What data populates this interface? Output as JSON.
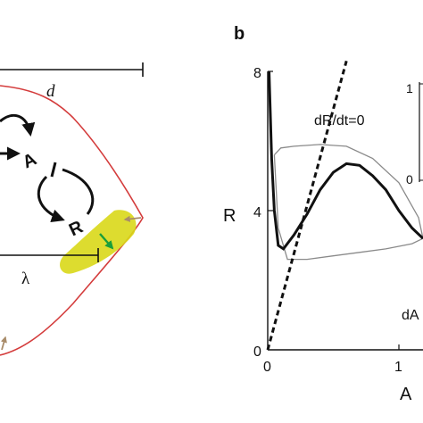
{
  "panel_a": {
    "length_label_d": "d",
    "length_label_lambda": "λ",
    "node_A": "A",
    "node_R": "R"
  },
  "panel_b": {
    "label": "b",
    "inset_ticks": [
      "1",
      "0"
    ],
    "bottom_right_label": "dA"
  },
  "chart_data": {
    "type": "line",
    "xlabel": "A",
    "ylabel": "R",
    "xlim": [
      0,
      1.2
    ],
    "ylim": [
      0,
      8
    ],
    "xticks": [
      0,
      1
    ],
    "yticks": [
      0,
      4,
      8
    ],
    "nullcline_label": "dR/dt=0",
    "series": [
      {
        "style": "thick-black",
        "x": [
          0.01,
          0.02,
          0.03,
          0.05,
          0.08,
          0.12,
          0.2,
          0.3,
          0.4,
          0.5,
          0.6,
          0.7,
          0.8,
          0.9,
          1.0,
          1.1,
          1.2
        ],
        "y": [
          8.0,
          6.8,
          5.5,
          4.0,
          3.0,
          2.9,
          3.3,
          3.9,
          4.6,
          5.1,
          5.35,
          5.3,
          5.0,
          4.6,
          4.0,
          3.5,
          3.2
        ]
      },
      {
        "style": "thin-gray-cycle",
        "x": [
          0.05,
          0.1,
          0.2,
          0.4,
          0.6,
          0.8,
          1.0,
          1.15,
          1.2,
          1.1,
          0.9,
          0.7,
          0.5,
          0.3,
          0.15,
          0.08,
          0.05
        ],
        "y": [
          5.6,
          5.8,
          5.85,
          5.9,
          5.85,
          5.5,
          4.8,
          3.8,
          3.2,
          3.05,
          2.9,
          2.8,
          2.7,
          2.6,
          2.6,
          3.5,
          5.6
        ]
      },
      {
        "style": "dashed-black",
        "x": [
          0,
          0.6
        ],
        "y": [
          0,
          8.3
        ]
      }
    ]
  }
}
